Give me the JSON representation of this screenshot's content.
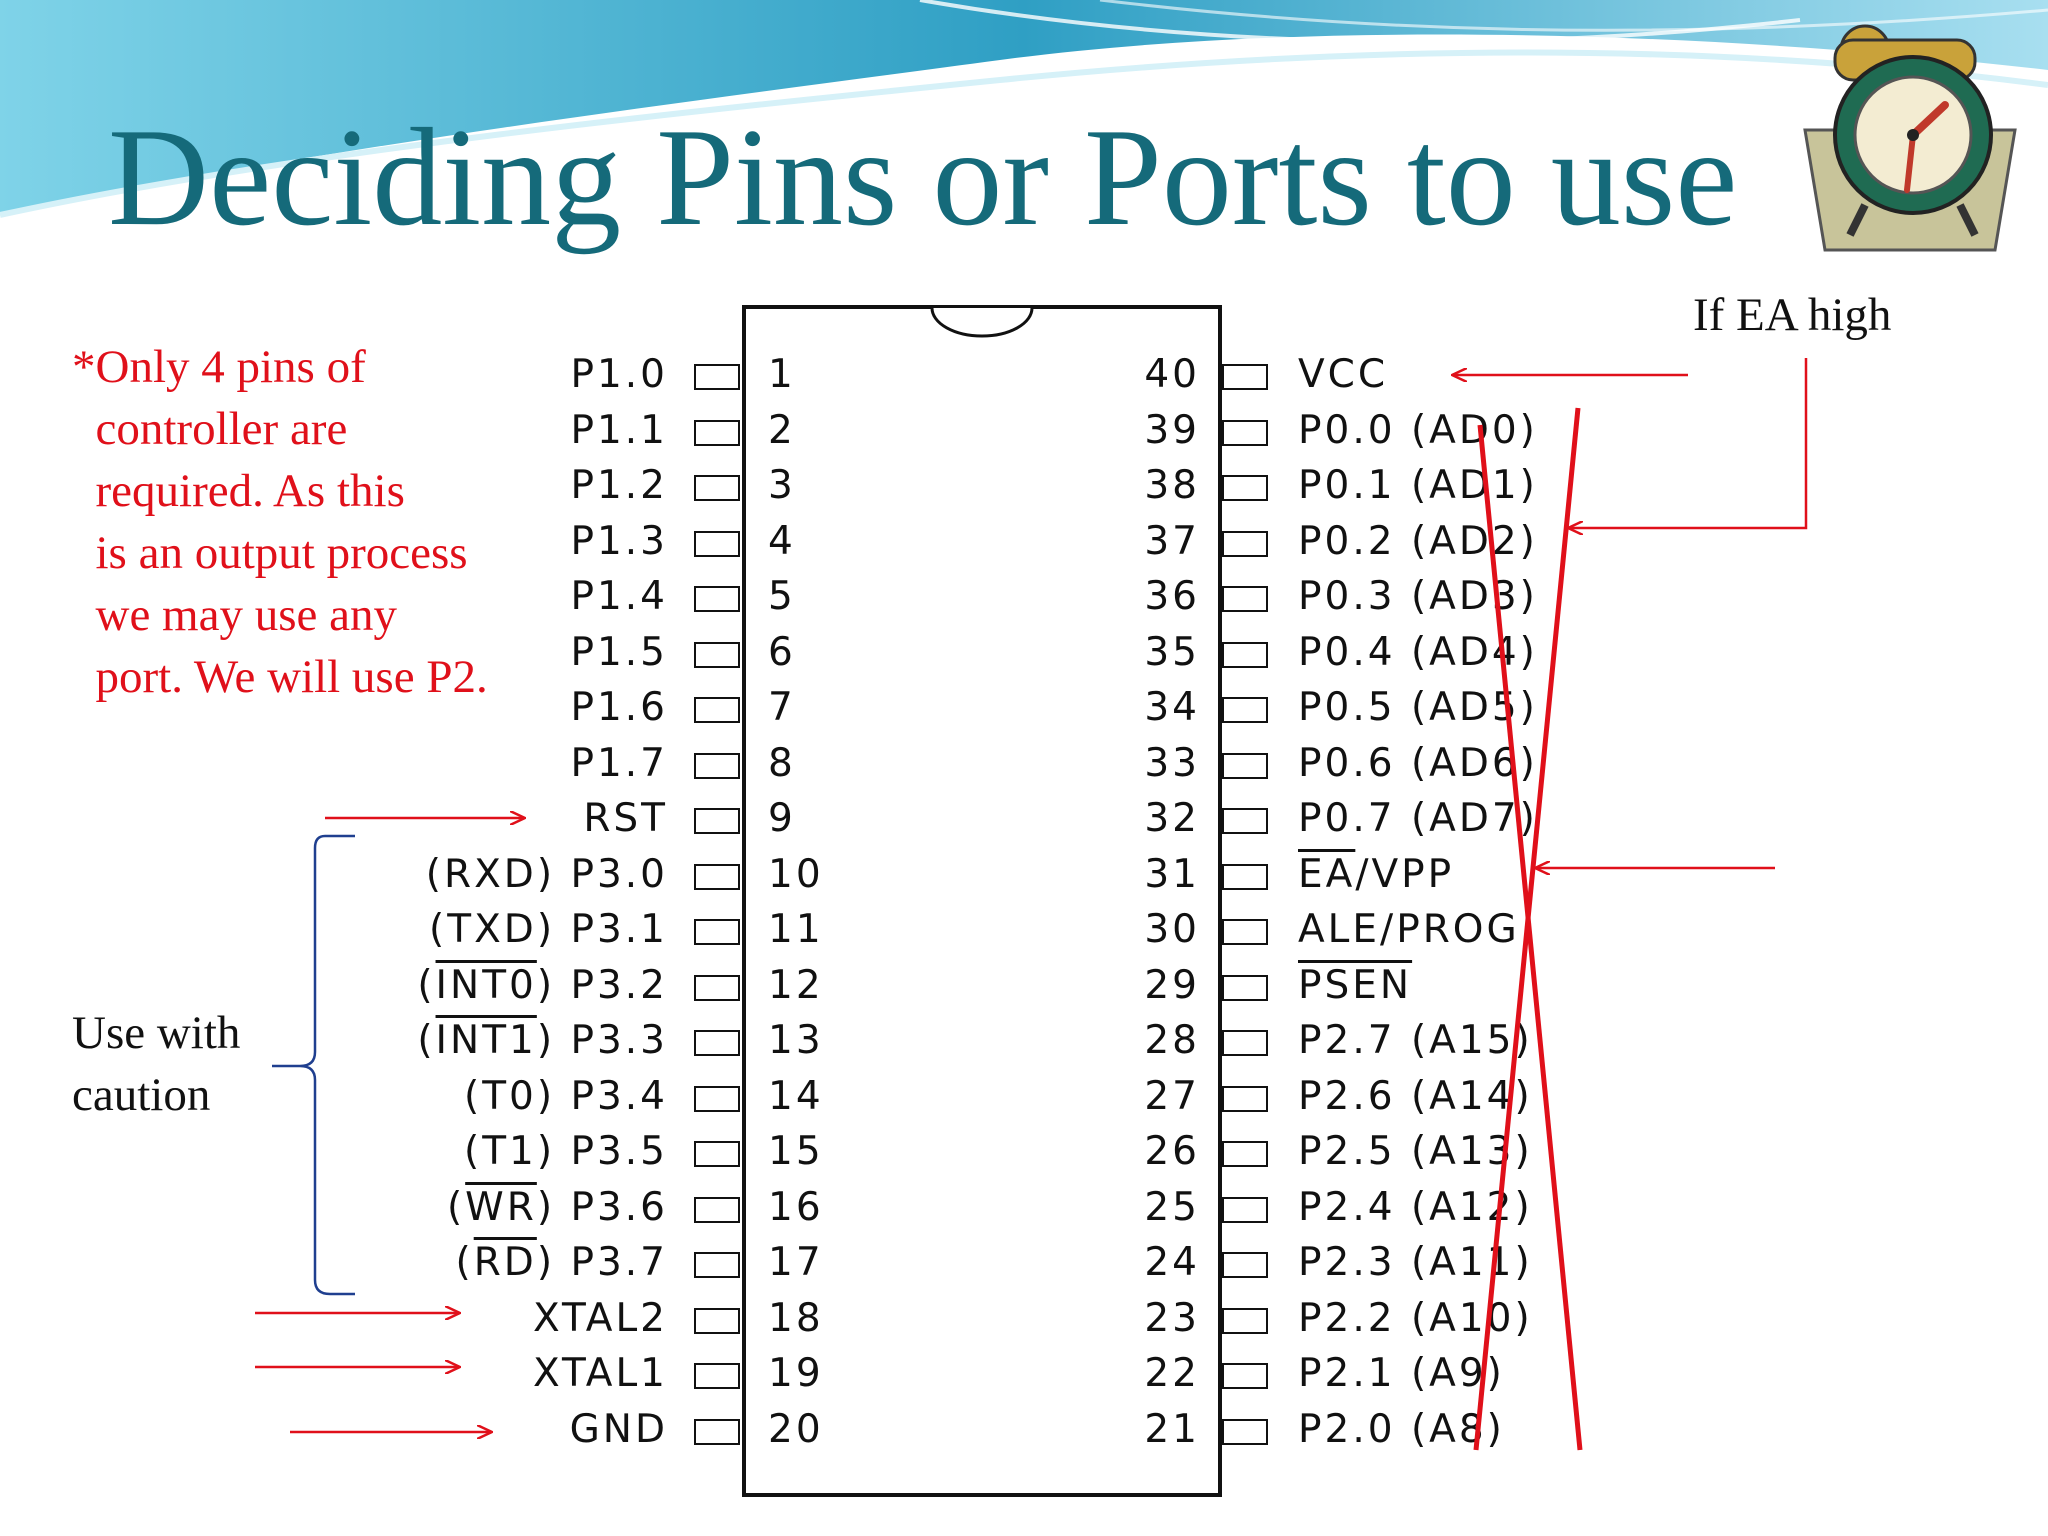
{
  "slide": {
    "title": "Deciding Pins or Ports to use",
    "note_lines": [
      "*Only 4 pins of",
      "  controller are",
      "  required. As this",
      "  is an output process",
      "  we may use any",
      "  port. We will use P2."
    ],
    "caution_lines": [
      "Use with",
      "caution"
    ],
    "ea_note": "If EA high",
    "colors": {
      "title": "#156a7a",
      "accent": "#e0101a",
      "header_wave": "#3aa7c8"
    },
    "clipart": "alarm-clock-icon"
  },
  "chip": {
    "left_pins": [
      {
        "num": "1",
        "label": "P1.0"
      },
      {
        "num": "2",
        "label": "P1.1"
      },
      {
        "num": "3",
        "label": "P1.2"
      },
      {
        "num": "4",
        "label": "P1.3"
      },
      {
        "num": "5",
        "label": "P1.4"
      },
      {
        "num": "6",
        "label": "P1.5"
      },
      {
        "num": "7",
        "label": "P1.6"
      },
      {
        "num": "8",
        "label": "P1.7"
      },
      {
        "num": "9",
        "label": "RST"
      },
      {
        "num": "10",
        "label": "(RXD) P3.0"
      },
      {
        "num": "11",
        "label": "(TXD) P3.1"
      },
      {
        "num": "12",
        "label": "(INT0) P3.2"
      },
      {
        "num": "13",
        "label": "(INT1) P3.3"
      },
      {
        "num": "14",
        "label": "(T0) P3.4"
      },
      {
        "num": "15",
        "label": "(T1) P3.5"
      },
      {
        "num": "16",
        "label": "(WR) P3.6"
      },
      {
        "num": "17",
        "label": "(RD) P3.7"
      },
      {
        "num": "18",
        "label": "XTAL2"
      },
      {
        "num": "19",
        "label": "XTAL1"
      },
      {
        "num": "20",
        "label": "GND"
      }
    ],
    "right_pins": [
      {
        "num": "40",
        "label": "VCC"
      },
      {
        "num": "39",
        "label": "P0.0 (AD0)"
      },
      {
        "num": "38",
        "label": "P0.1 (AD1)"
      },
      {
        "num": "37",
        "label": "P0.2 (AD2)"
      },
      {
        "num": "36",
        "label": "P0.3 (AD3)"
      },
      {
        "num": "35",
        "label": "P0.4 (AD4)"
      },
      {
        "num": "34",
        "label": "P0.5 (AD5)"
      },
      {
        "num": "33",
        "label": "P0.6 (AD6)"
      },
      {
        "num": "32",
        "label": "P0.7 (AD7)"
      },
      {
        "num": "31",
        "label": "EA/VPP"
      },
      {
        "num": "30",
        "label": "ALE/PROG"
      },
      {
        "num": "29",
        "label": "PSEN"
      },
      {
        "num": "28",
        "label": "P2.7 (A15)"
      },
      {
        "num": "27",
        "label": "P2.6 (A14)"
      },
      {
        "num": "26",
        "label": "P2.5 (A13)"
      },
      {
        "num": "25",
        "label": "P2.4 (A12)"
      },
      {
        "num": "24",
        "label": "P2.3 (A11)"
      },
      {
        "num": "23",
        "label": "P2.2 (A10)"
      },
      {
        "num": "22",
        "label": "P2.1 (A9)"
      },
      {
        "num": "21",
        "label": "P2.0 (A8)"
      }
    ]
  }
}
